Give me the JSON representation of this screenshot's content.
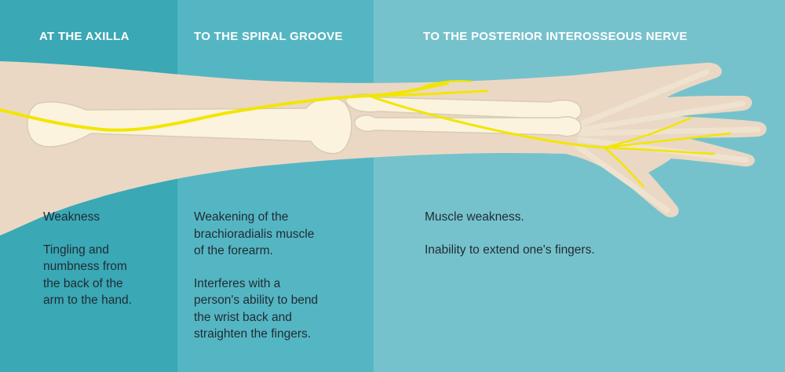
{
  "colors": {
    "panel_1": "#3aa8b5",
    "panel_2": "#55b6c3",
    "panel_3": "#76c2cc",
    "skin": "#ead8c5",
    "bone": "#fbf3de",
    "bone_outline": "#d7cdb1",
    "nerve": "#f2e600"
  },
  "panels": [
    {
      "heading": "AT THE AXILLA",
      "paragraphs": [
        "Weakness",
        "Tingling and\nnumbness from\nthe back of the\narm to the hand."
      ]
    },
    {
      "heading": "TO THE SPIRAL GROOVE",
      "paragraphs": [
        "Weakening of the\nbrachioradialis muscle\nof the forearm.",
        "Interferes with a\nperson's ability to bend\nthe wrist back and\nstraighten the fingers."
      ]
    },
    {
      "heading": "TO THE POSTERIOR INTEROSSEOUS NERVE",
      "paragraphs": [
        "Muscle weakness.",
        "Inability to extend one's fingers."
      ]
    }
  ]
}
